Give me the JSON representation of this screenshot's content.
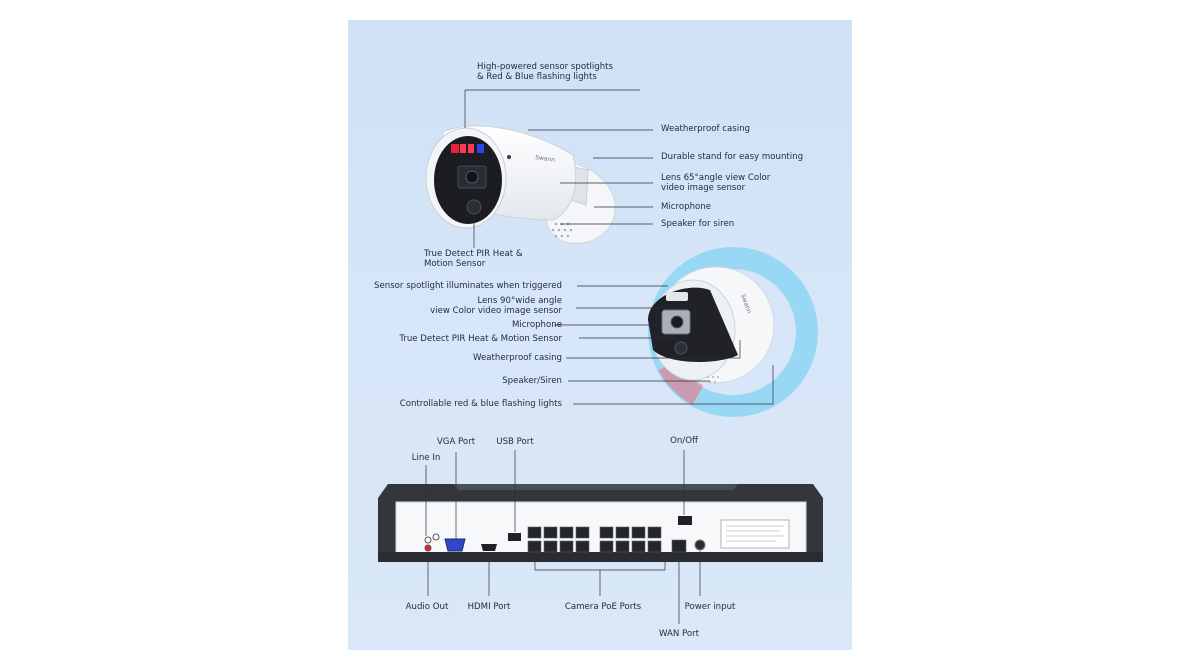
{
  "bullet_labels": {
    "spotlights": "High-powered sensor spotlights\n& Red & Blue flashing lights",
    "casing": "Weatherproof casing",
    "stand": "Durable stand for easy mounting",
    "lens": "Lens 65°angle view Color\nvideo image sensor",
    "microphone": "Microphone",
    "speaker": "Speaker for siren",
    "pir": "True Detect PIR Heat &\nMotion Sensor"
  },
  "dome_labels": {
    "spotlight": "Sensor spotlight illuminates when triggered",
    "lens": "Lens 90°wide angle\nview Color video image sensor",
    "microphone": "Microphone",
    "pir": "True Detect PIR Heat & Motion Sensor",
    "casing": "Weatherproof casing",
    "speaker": "Speaker/Siren",
    "lights": "Controllable red & blue flashing lights"
  },
  "nvr_labels": {
    "vga": "VGA Port",
    "usb": "USB Port",
    "onoff": "On/Off",
    "linein": "Line In",
    "audioout": "Audio Out",
    "hdmi": "HDMI Port",
    "poe": "Camera PoE Ports",
    "power": "Power input",
    "wan": "WAN Port"
  },
  "brand": "Swann",
  "colors": {
    "panel_bg": "#d5e5f8",
    "led_red": "#e8203a",
    "led_blue": "#2a47e6",
    "ring_blue": "#4ec8f0",
    "ring_red": "#f06a7a"
  }
}
